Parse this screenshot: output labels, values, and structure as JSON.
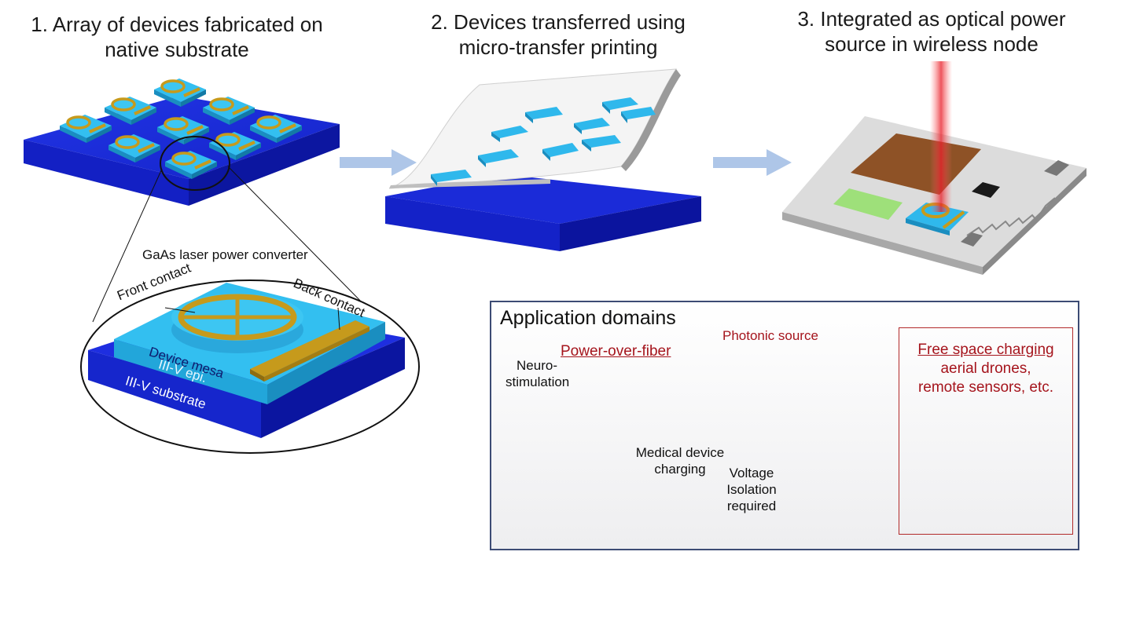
{
  "steps": {
    "step1_line1": "1. Array of devices fabricated on",
    "step1_line2": "native substrate",
    "step2_line1": "2. Devices transferred using",
    "step2_line2": "micro-transfer printing",
    "step3_line1": "3. Integrated as optical power",
    "step3_line2": "source in wireless node"
  },
  "device": {
    "title": "GaAs laser power converter",
    "front_contact": "Front contact",
    "back_contact": "Back contact",
    "mesa": "Device mesa",
    "epi": "III-V epi.",
    "substrate": "III-V substrate"
  },
  "applications": {
    "title": "Application domains",
    "power_over_fiber": "Power-over-fiber",
    "photonic_source": "Photonic source",
    "neuro_line1": "Neuro-",
    "neuro_line2": "stimulation",
    "medical_line1": "Medical device",
    "medical_line2": "charging",
    "voltage_line1": "Voltage",
    "voltage_line2": "Isolation",
    "voltage_line3": "required",
    "free_space": "Free space charging",
    "free_line2": "aerial drones,",
    "free_line3": "remote sensors, etc."
  },
  "colors": {
    "substrate_blue": "#1a25d8",
    "mesa_cyan": "#2fb8ec",
    "contact_gold": "#c69a1c",
    "laser_red": "#e0202a",
    "accent_red": "#a5141c",
    "arrow_blue": "#aec6e8"
  }
}
